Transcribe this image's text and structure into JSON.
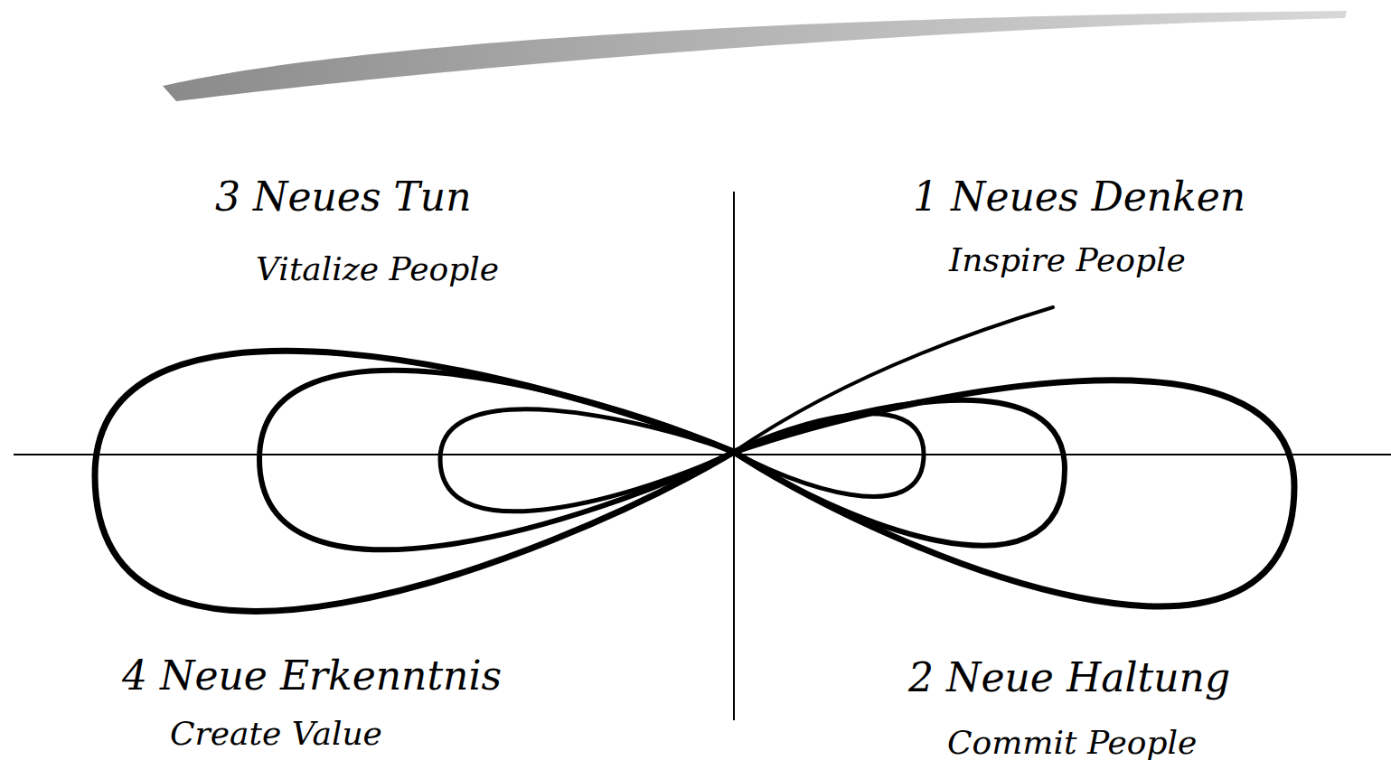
{
  "diagram": {
    "labels": [
      "3 Neues Tun",
      "Vitalize People",
      "1 Neues Denken",
      "Inspire People",
      "4 Neue Erkenntnis",
      "Create Value",
      "2 Neue Haltung",
      "Commit People"
    ]
  }
}
